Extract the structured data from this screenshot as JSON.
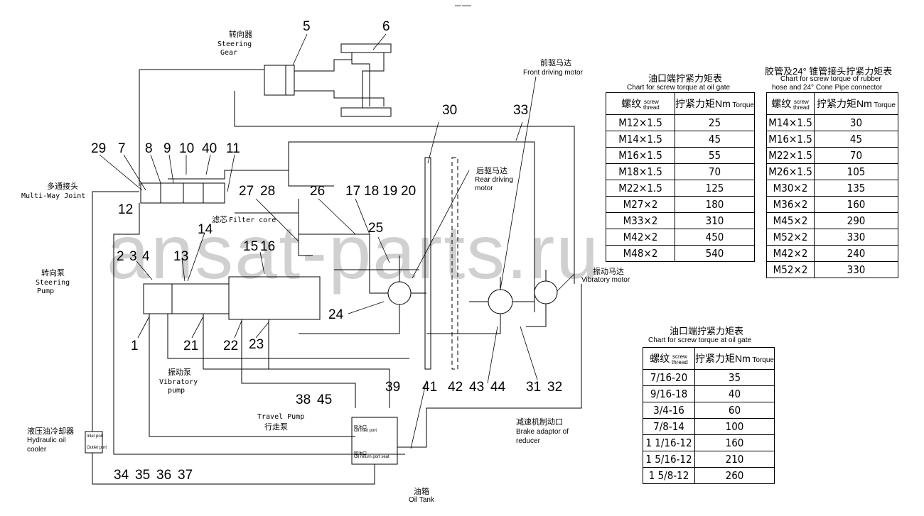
{
  "header_mark": "══ ═══",
  "watermark": "ansat-parts.ru",
  "parts": {
    "steering_gear": {
      "cn": "转向器",
      "en1": "Steering",
      "en2": "Gear"
    },
    "front_motor": {
      "cn": "前驱马达",
      "en": "Front driving motor"
    },
    "rear_motor": {
      "cn": "后驱马达",
      "en1": "Rear driving",
      "en2": "motor"
    },
    "multi_way": {
      "cn": "多通接头",
      "en": "Multi-Way Joint"
    },
    "filter": {
      "cn": "滤芯",
      "en": "Filter core"
    },
    "steering_pump": {
      "cn": "转向泵",
      "en1": "Steering",
      "en2": "Pump"
    },
    "vibratory_motor": {
      "cn": "振动马达",
      "en": "Vibratory motor"
    },
    "vibratory_pump": {
      "cn": "振动泵",
      "en1": "Vibratory",
      "en2": "pump"
    },
    "travel_pump": {
      "en": "Travel Pump",
      "cn": "行走泵"
    },
    "brake": {
      "cn": "减速机制动口",
      "en1": "Brake adaptor of",
      "en2": "reducer"
    },
    "cooler": {
      "cn": "液压油冷却器",
      "en1": "Hydraulic oil",
      "en2": "cooler"
    },
    "tank": {
      "cn": "油箱",
      "en": "Oil Tank"
    }
  },
  "numbers": {
    "n5": "5",
    "n6": "6",
    "n30": "30",
    "n33": "33",
    "n29": "29",
    "n7": "7",
    "n8": "8",
    "n9": "9",
    "n10": "10",
    "n40": "40",
    "n11": "11",
    "n12": "12",
    "n27": "27",
    "n28": "28",
    "n26": "26",
    "n17": "17",
    "n18": "18",
    "n19": "19",
    "n20": "20",
    "n25": "25",
    "n14": "14",
    "n13": "13",
    "n15": "15",
    "n16": "16",
    "n2": "2",
    "n3": "3",
    "n4": "4",
    "n24": "24",
    "n1": "1",
    "n21": "21",
    "n22": "22",
    "n23": "23",
    "n43": "43",
    "n44": "44",
    "n42": "42",
    "n41": "41",
    "n31": "31",
    "n32": "32",
    "n38": "38",
    "n45": "45",
    "n39": "39",
    "n34": "34",
    "n35": "35",
    "n36": "36",
    "n37": "37"
  },
  "tank_ports": {
    "p1": "吸油口",
    "p2": "Oil inlet port",
    "p3": "回油口",
    "p4": "Oil return port seat"
  },
  "cooler_ports": {
    "p1": "Inlet port",
    "p2": "Outlet port"
  },
  "table1": {
    "title_cn": "油口端拧紧力矩表",
    "title_en": "Chart for  screw torque at oil gate",
    "h_cn1": "螺纹",
    "h_en1a": "screw",
    "h_en1b": "thread",
    "h_cn2": "拧紧力矩Nm",
    "h_en2": "Torque",
    "rows": [
      {
        "thread": "M12×1.5",
        "torque": "25"
      },
      {
        "thread": "M14×1.5",
        "torque": "45"
      },
      {
        "thread": "M16×1.5",
        "torque": "55"
      },
      {
        "thread": "M18×1.5",
        "torque": "70"
      },
      {
        "thread": "M22×1.5",
        "torque": "125"
      },
      {
        "thread": "M27×2",
        "torque": "180"
      },
      {
        "thread": "M33×2",
        "torque": "310"
      },
      {
        "thread": "M42×2",
        "torque": "450"
      },
      {
        "thread": "M48×2",
        "torque": "540"
      }
    ]
  },
  "table2": {
    "title_cn": "胶管及24° 锥管接头拧紧力矩表",
    "title_en1": "Chart for  screw torque of  rubber",
    "title_en2": "hose and 24° Cone Pipe connector",
    "h_cn1": "螺纹",
    "h_en1a": "screw",
    "h_en1b": "thread",
    "h_cn2": "拧紧力矩Nm",
    "h_en2": "Torque",
    "rows": [
      {
        "thread": "M14×1.5",
        "torque": "30"
      },
      {
        "thread": "M16×1.5",
        "torque": "45"
      },
      {
        "thread": "M22×1.5",
        "torque": "70"
      },
      {
        "thread": "M26×1.5",
        "torque": "105"
      },
      {
        "thread": "M30×2",
        "torque": "135"
      },
      {
        "thread": "M36×2",
        "torque": "160"
      },
      {
        "thread": "M45×2",
        "torque": "290"
      },
      {
        "thread": "M52×2",
        "torque": "330"
      },
      {
        "thread": "M42×2",
        "torque": "240"
      },
      {
        "thread": "M52×2",
        "torque": "330"
      }
    ]
  },
  "table3": {
    "title_cn": "油口端拧紧力矩表",
    "title_en": "Chart for  screw torque at oil gate",
    "h_cn1": "螺纹",
    "h_en1a": "screw",
    "h_en1b": "thread",
    "h_cn2": "拧紧力矩Nm",
    "h_en2": "Torque",
    "rows": [
      {
        "thread": "7/16-20",
        "torque": "35"
      },
      {
        "thread": "9/16-18",
        "torque": "40"
      },
      {
        "thread": "3/4-16",
        "torque": "60"
      },
      {
        "thread": "7/8-14",
        "torque": "100"
      },
      {
        "thread": "1 1/16-12",
        "torque": "160"
      },
      {
        "thread": "1 5/16-12",
        "torque": "210"
      },
      {
        "thread": "1 5/8-12",
        "torque": "260"
      }
    ]
  }
}
